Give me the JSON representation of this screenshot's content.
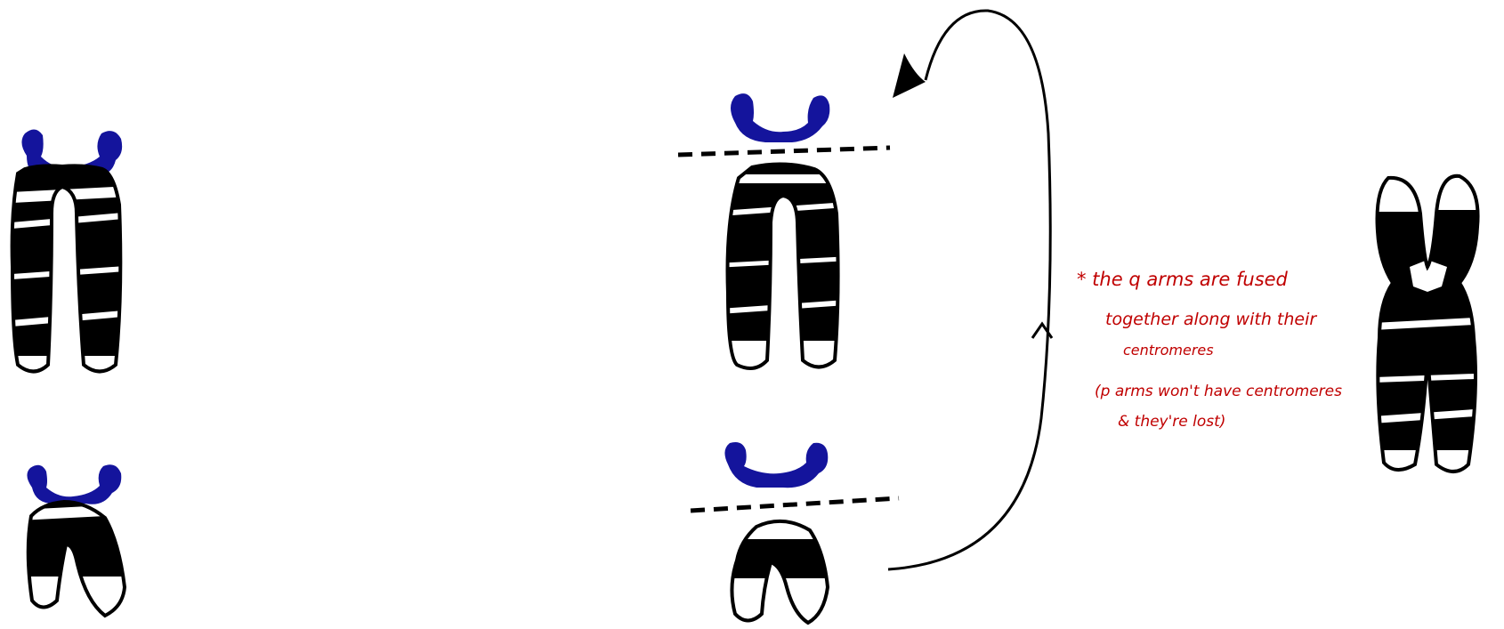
{
  "colors": {
    "band": "#000000",
    "p_arm": "#14149c",
    "annotation": "#c00000",
    "background": "#ffffff"
  },
  "annotation": {
    "line1": "* the q arms are fused",
    "line2": "together along with their",
    "line3": "centromeres",
    "line4": "(p arms won't have centromeres",
    "line5": "& they're lost)"
  }
}
